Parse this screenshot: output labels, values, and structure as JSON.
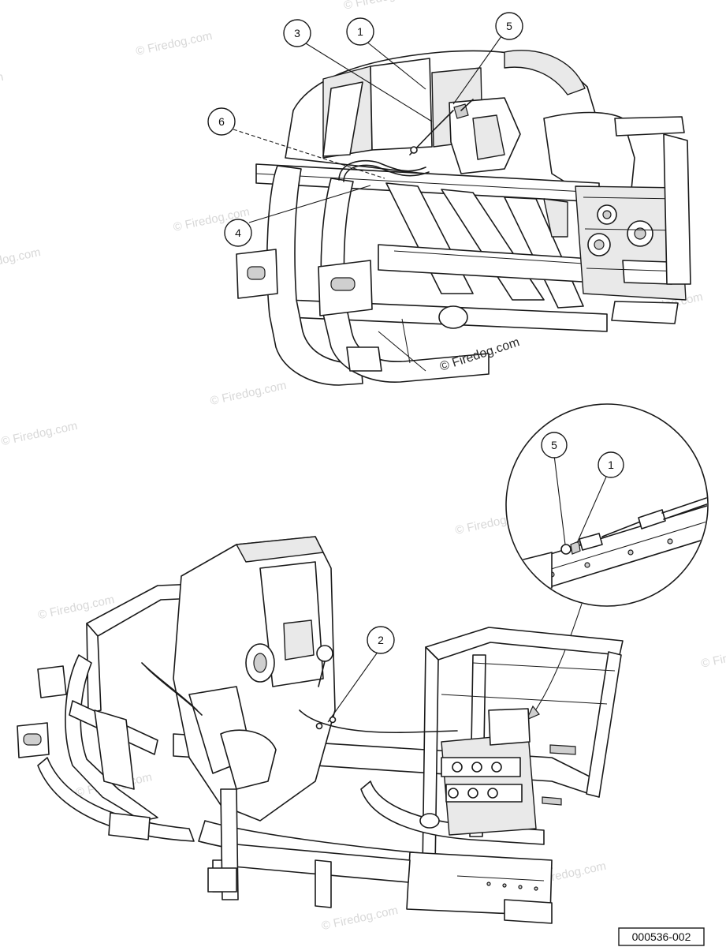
{
  "watermark": "© Firedog.com",
  "watermark_center": "© Firedog.com",
  "figure_number": "000536-002",
  "callouts_top": [
    "3",
    "1",
    "5",
    "6",
    "4"
  ],
  "callouts_detail": [
    "5",
    "1"
  ],
  "callouts_bottom": [
    "2"
  ]
}
